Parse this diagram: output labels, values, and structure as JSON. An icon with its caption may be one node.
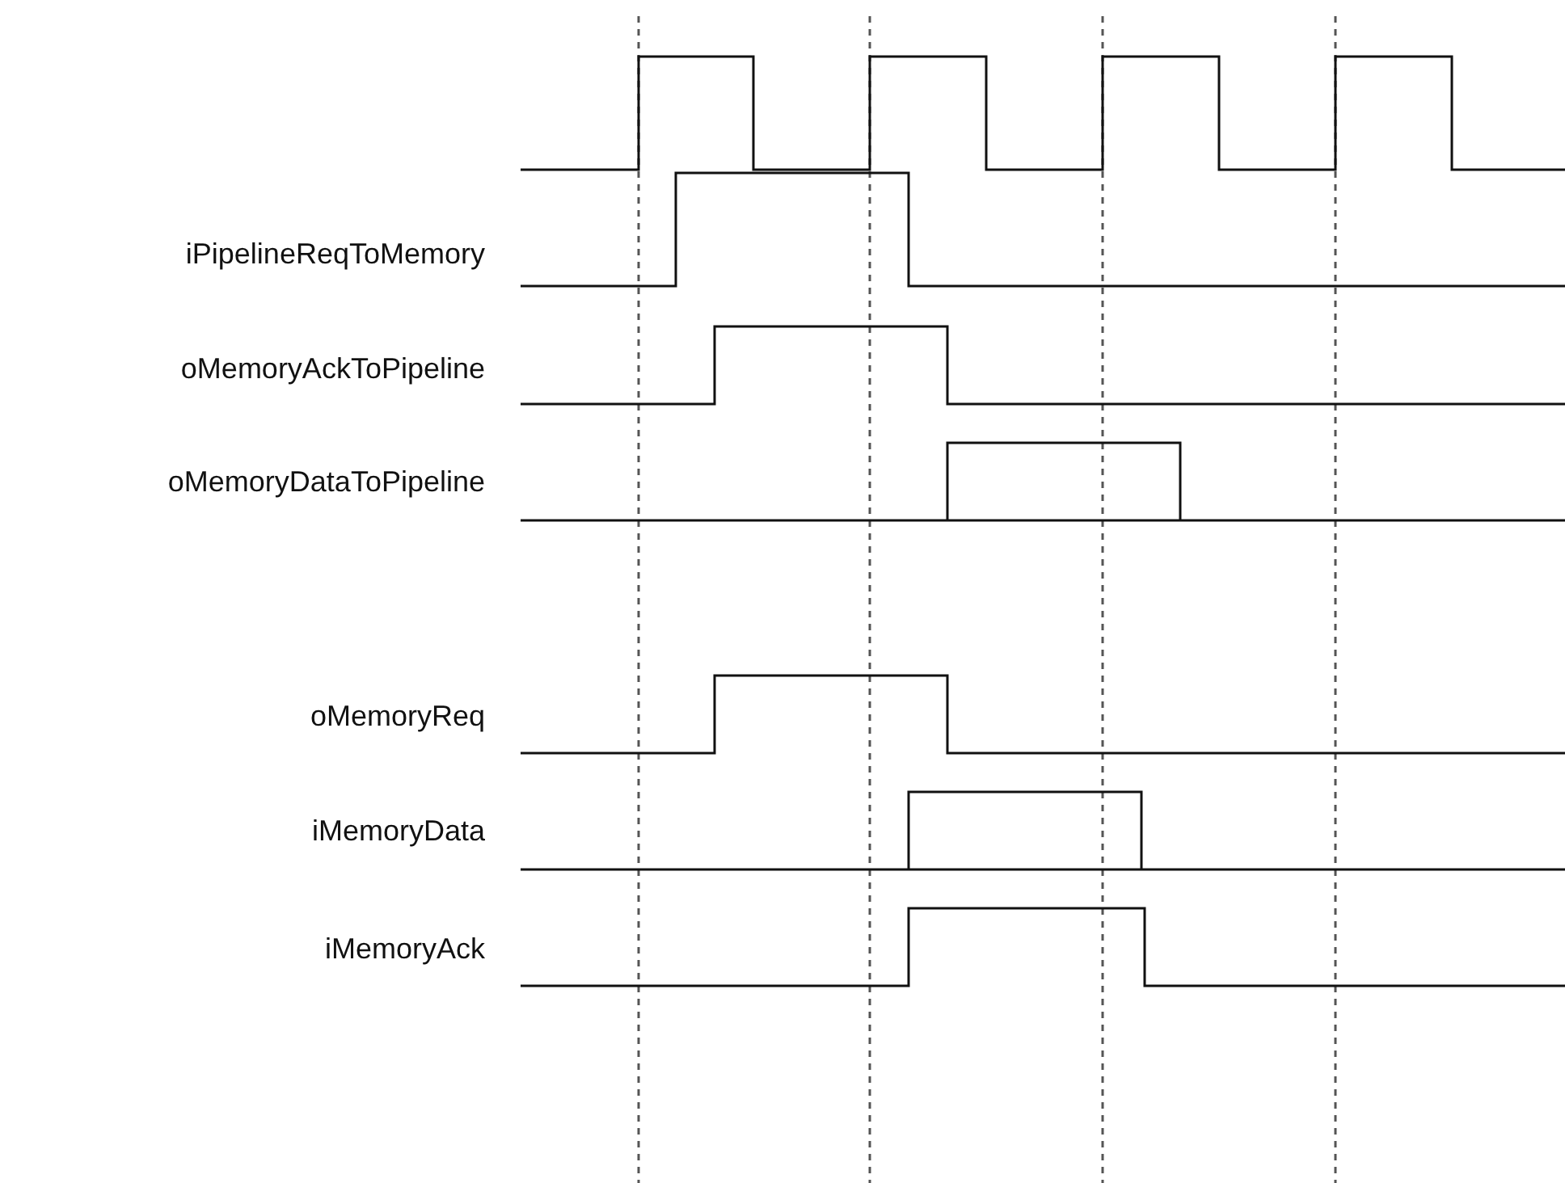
{
  "diagram": {
    "labels": [
      "iPipelineReqToMemory",
      "oMemoryAckToPipeline",
      "oMemoryDataToPipeline",
      "oMemoryReq",
      "iMemoryData",
      "iMemoryAck"
    ]
  }
}
